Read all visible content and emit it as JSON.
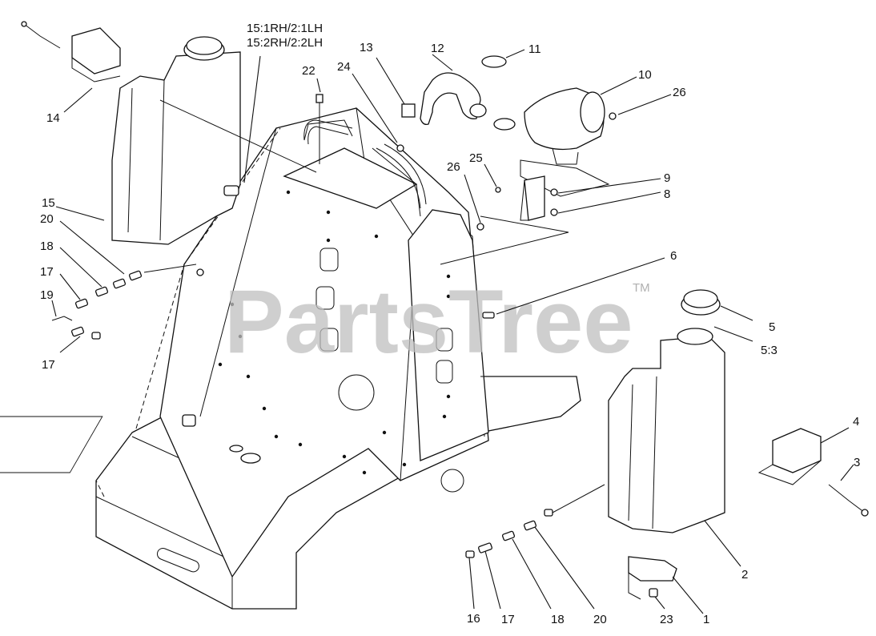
{
  "watermark": {
    "text": "PartsTree",
    "trademark": "TM"
  },
  "callouts": [
    {
      "id": "c-15-note-a",
      "text": "15:1RH/2:1LH"
    },
    {
      "id": "c-15-note-b",
      "text": "15:2RH/2:2LH"
    },
    {
      "id": "c-13",
      "text": "13"
    },
    {
      "id": "c-12",
      "text": "12"
    },
    {
      "id": "c-11",
      "text": "11"
    },
    {
      "id": "c-22",
      "text": "22"
    },
    {
      "id": "c-24",
      "text": "24"
    },
    {
      "id": "c-10",
      "text": "10"
    },
    {
      "id": "c-26a",
      "text": "26"
    },
    {
      "id": "c-14",
      "text": "14"
    },
    {
      "id": "c-26b",
      "text": "26"
    },
    {
      "id": "c-25",
      "text": "25"
    },
    {
      "id": "c-9",
      "text": "9"
    },
    {
      "id": "c-8",
      "text": "8"
    },
    {
      "id": "c-15",
      "text": "15"
    },
    {
      "id": "c-20a",
      "text": "20"
    },
    {
      "id": "c-18a",
      "text": "18"
    },
    {
      "id": "c-6",
      "text": "6"
    },
    {
      "id": "c-17a",
      "text": "17"
    },
    {
      "id": "c-19",
      "text": "19"
    },
    {
      "id": "c-5",
      "text": "5"
    },
    {
      "id": "c-5-3",
      "text": "5:3"
    },
    {
      "id": "c-17b",
      "text": "17"
    },
    {
      "id": "c-4",
      "text": "4"
    },
    {
      "id": "c-3",
      "text": "3"
    },
    {
      "id": "c-2",
      "text": "2"
    },
    {
      "id": "c-16",
      "text": "16"
    },
    {
      "id": "c-17c",
      "text": "17"
    },
    {
      "id": "c-18b",
      "text": "18"
    },
    {
      "id": "c-20b",
      "text": "20"
    },
    {
      "id": "c-23",
      "text": "23"
    },
    {
      "id": "c-1",
      "text": "1"
    }
  ]
}
